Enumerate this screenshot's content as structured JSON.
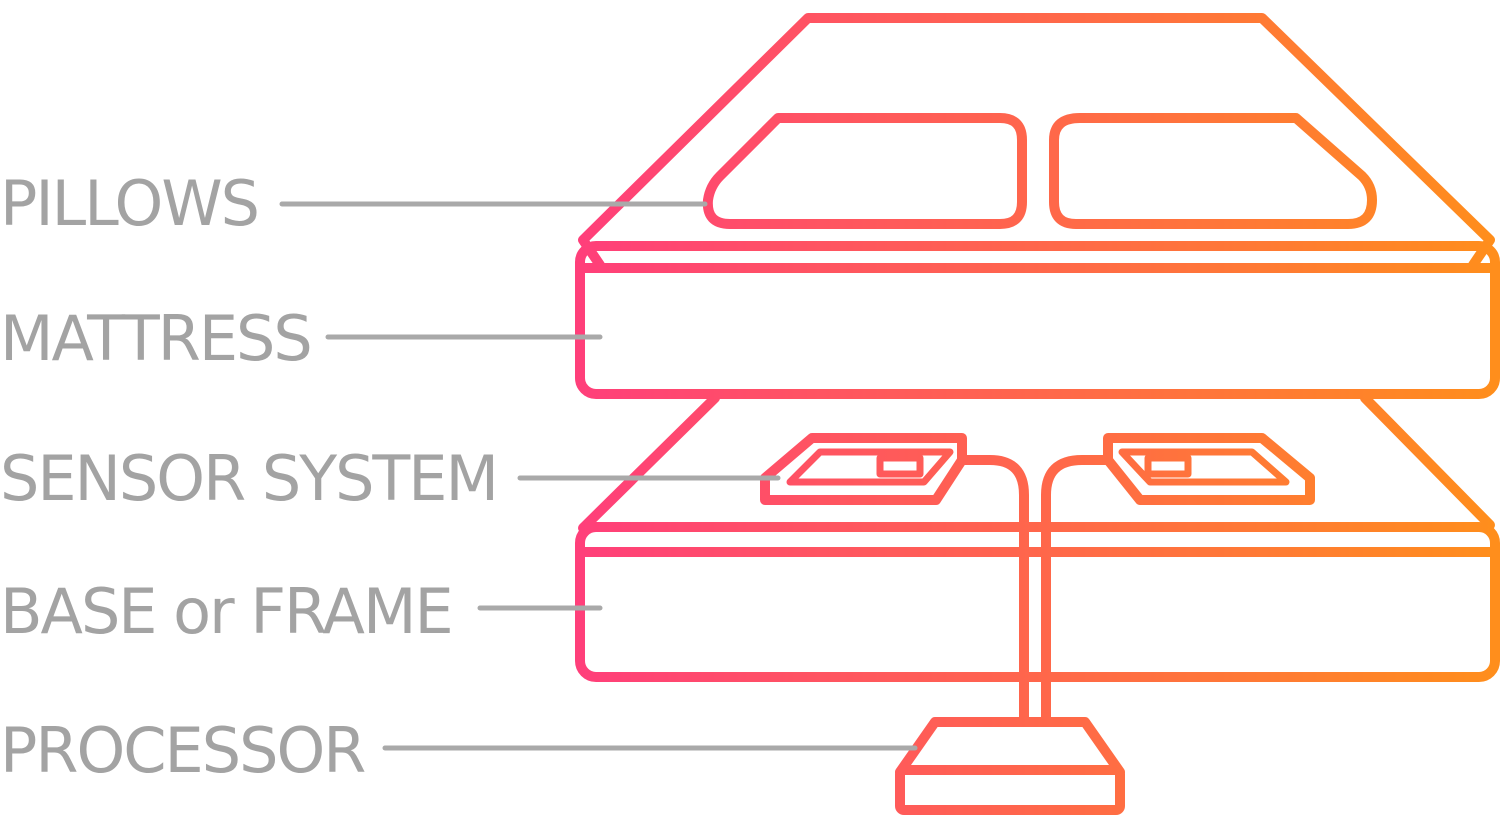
{
  "labels": {
    "pillows": "PILLOWS",
    "mattress": "MATTRESS",
    "sensor_system": "SENSOR SYSTEM",
    "base_or_frame": "BASE or FRAME",
    "processor": "PROCESSOR"
  },
  "colors": {
    "gradient_start": "#ff3f7a",
    "gradient_end": "#ff8e1c",
    "label_text": "#a3a3a3",
    "leader_line": "#a9a9a9",
    "background": "#ffffff"
  }
}
